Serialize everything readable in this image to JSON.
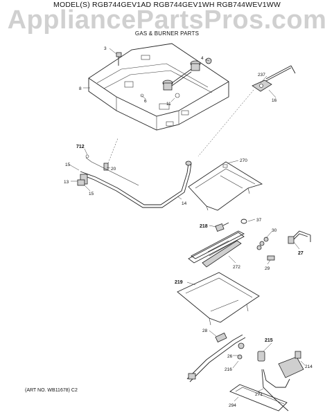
{
  "header": {
    "model_line": "MODEL(S) RGB744GEV1AD  RGB744GEV1WH  RGB744WEV1WW",
    "watermark": "AppliancePartsPros.com",
    "subtitle": "GAS & BURNER PARTS"
  },
  "footer": {
    "art_number": "(ART NO. WB11678) C2"
  },
  "callouts": {
    "c3": "3",
    "c4": "4",
    "c8": "8",
    "c6": "6",
    "c11": "11",
    "c237": "237",
    "c16": "16",
    "c712": "712",
    "c15a": "15",
    "c20": "20",
    "c13": "13",
    "c15b": "15",
    "c270": "270",
    "c14": "14",
    "c218": "218",
    "c37": "37",
    "c30": "30",
    "c27": "27",
    "c272": "272",
    "c29": "29",
    "c219": "219",
    "c28": "28",
    "c215": "215",
    "c26": "26",
    "c214": "214",
    "c216": "216",
    "c271": "271",
    "c294": "294"
  }
}
